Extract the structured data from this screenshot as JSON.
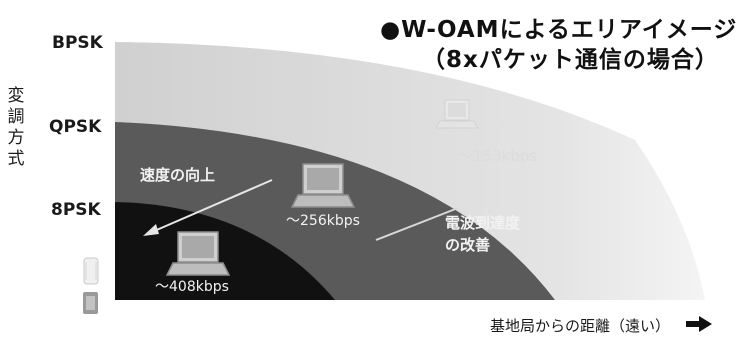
{
  "title": {
    "line1": "●W-OAMによるエリアイメージ",
    "line2": "（8xパケット通信の場合）"
  },
  "modulation_levels": [
    "BPSK",
    "QPSK",
    "8PSK"
  ],
  "y_axis_label": "変調方式",
  "zones": [
    {
      "modulation": "8PSK",
      "speed": "～408kbps",
      "color": "#111111"
    },
    {
      "modulation": "QPSK",
      "speed": "～256kbps",
      "color": "#5a5a5a"
    },
    {
      "modulation": "BPSK",
      "speed": "～153kbps",
      "color": "#9c9c9c"
    }
  ],
  "annotations": {
    "speed_up": "速度の向上",
    "reach_improvement_line1": "電波到達度",
    "reach_improvement_line2": "の改善"
  },
  "x_axis_label": "基地局からの距離（遠い）",
  "colors": {
    "outer_fade": "#e6e6e6",
    "laptop_body": "#c8c8c8"
  },
  "icons": [
    "laptop-icon",
    "base-station-icon",
    "arrow-right-icon"
  ]
}
